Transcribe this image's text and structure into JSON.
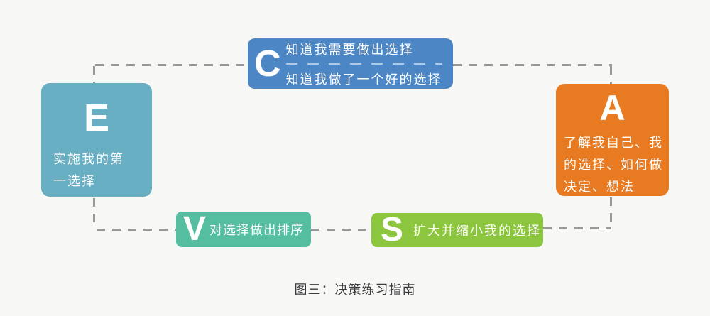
{
  "figure": {
    "caption": "图三：决策练习指南",
    "background": "#f7f8f6",
    "connector_color": "#999999",
    "connector_style": "dashed"
  },
  "nodes": {
    "c": {
      "letter": "C",
      "line1": "知道我需要做出选择",
      "line2": "知道我做了一个好的选择",
      "color": "#4d86c4"
    },
    "e": {
      "letter": "E",
      "text": "实施我的第\n一选择",
      "color": "#68afc3"
    },
    "a": {
      "letter": "A",
      "text": "了解我自己、我\n的选择、如何做\n决定、想法",
      "color": "#e87b22"
    },
    "v": {
      "letter": "V",
      "text": "对选择做出排序",
      "color": "#55bea0"
    },
    "s": {
      "letter": "S",
      "text": "扩大并缩小我的选择",
      "color": "#8cc63f"
    }
  }
}
